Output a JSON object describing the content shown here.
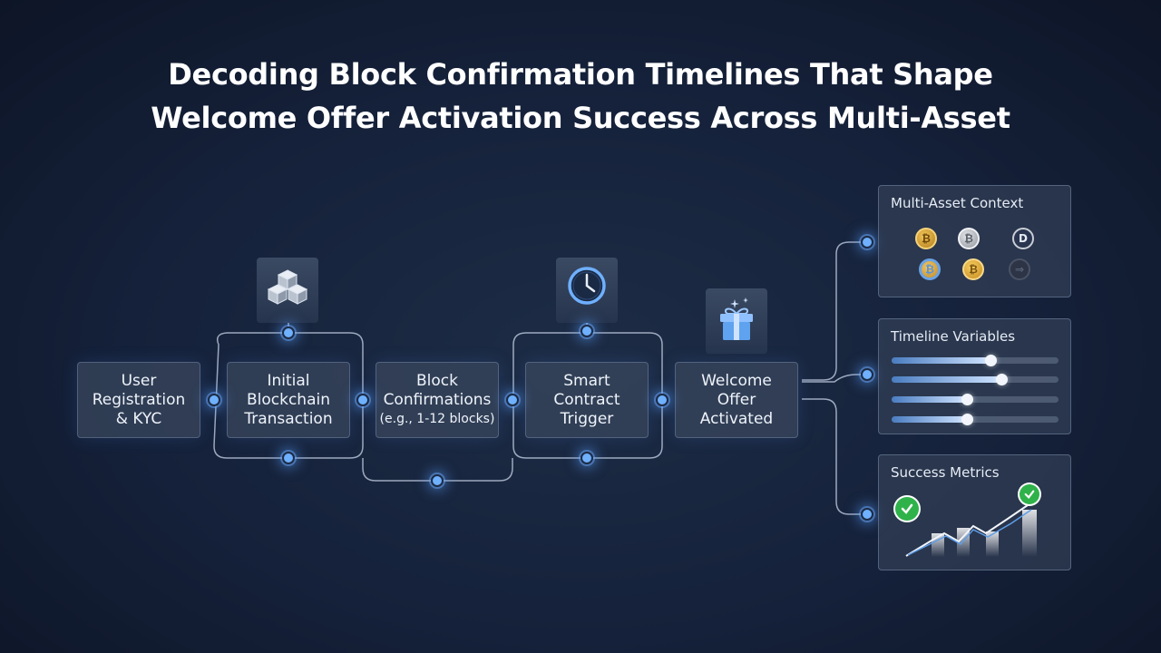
{
  "title": {
    "line1": "Decoding Block Confirmation Timelines That Shape",
    "line2": "Welcome Offer Activation Success Across Multi-Asset"
  },
  "steps": [
    {
      "lines": [
        "User",
        "Registration",
        "& KYC"
      ]
    },
    {
      "lines": [
        "Initial",
        "Blockchain",
        "Transaction"
      ]
    },
    {
      "lines": [
        "Block",
        "Confirmations",
        "(e.g., 1-12 blocks)"
      ]
    },
    {
      "lines": [
        "Smart",
        "Contract",
        "Trigger"
      ]
    },
    {
      "lines": [
        "Welcome",
        "Offer",
        "Activated"
      ]
    }
  ],
  "icons": {
    "cubes": "blocks-cube-icon",
    "clock": "clock-icon",
    "gift": "gift-icon"
  },
  "panels": {
    "assets": {
      "title": "Multi-Asset Context",
      "coins": [
        {
          "glyph": "₿",
          "icon": "bitcoin-coin-icon",
          "color": "#d9a233"
        },
        {
          "glyph": "₿",
          "icon": "silver-coin-icon",
          "color": "#b8bcc4"
        },
        {
          "glyph": "D",
          "icon": "dash-coin-icon",
          "color": "#c9ced6"
        },
        {
          "glyph": "₿",
          "icon": "blue-coin-icon",
          "color": "#5b93d6"
        },
        {
          "glyph": "₿",
          "icon": "gold-coin-icon",
          "color": "#e0ad3a"
        },
        {
          "glyph": "⇒",
          "icon": "faded-coin-icon",
          "color": "#5a6476"
        }
      ]
    },
    "variables": {
      "title": "Timeline Variables",
      "levels": [
        0.59,
        0.66,
        0.45,
        0.45
      ]
    },
    "metrics": {
      "title": "Success Metrics"
    }
  },
  "colors": {
    "accent": "#6fb0ff",
    "success": "#2fb24a"
  }
}
